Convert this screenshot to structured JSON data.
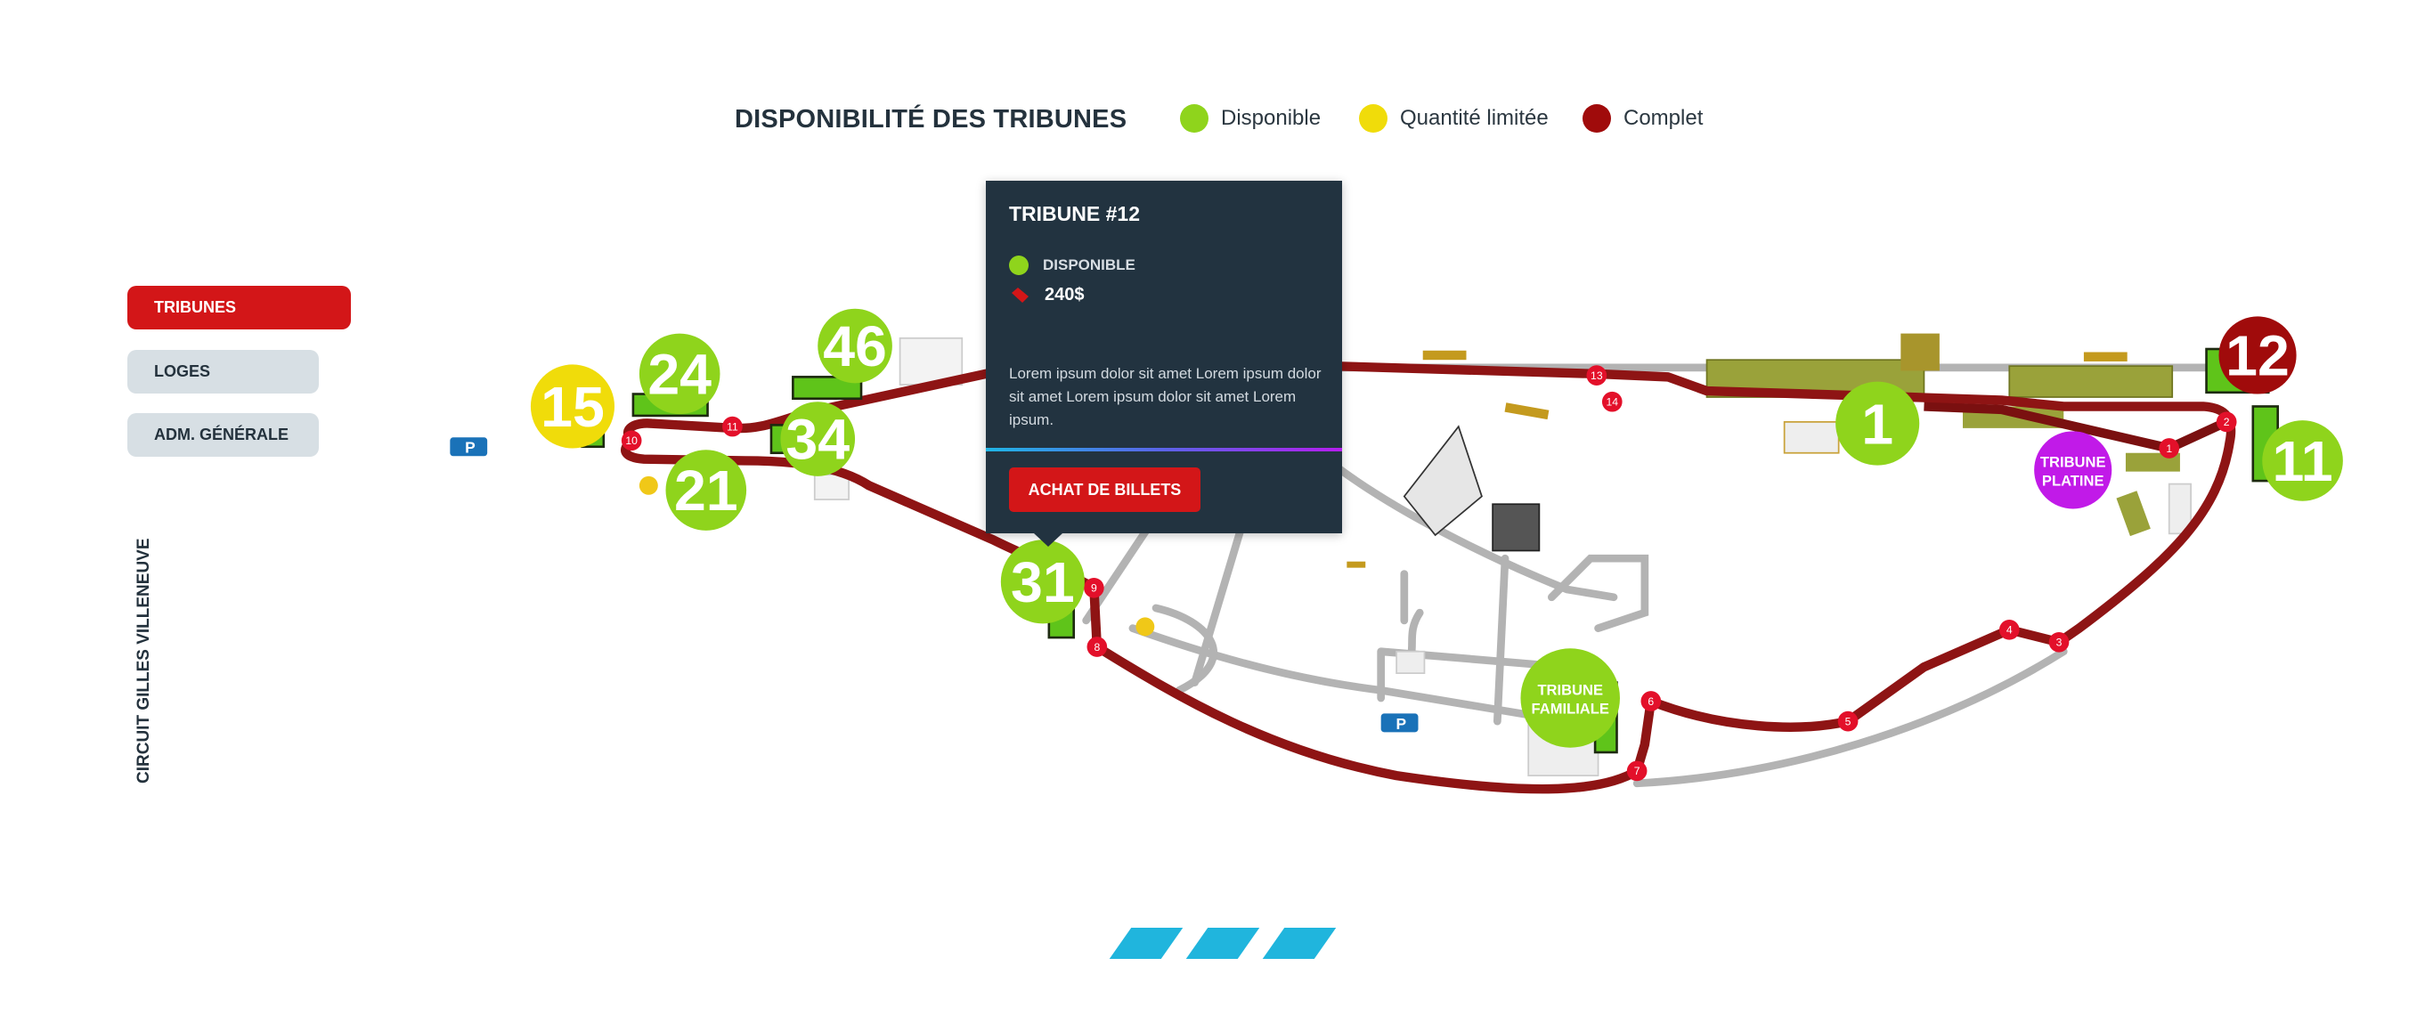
{
  "header": {
    "title": "DISPONIBILITÉ DES TRIBUNES",
    "legend": [
      {
        "label": "Disponible",
        "color": "#8fd41c"
      },
      {
        "label": "Quantité limitée",
        "color": "#f0dc0a"
      },
      {
        "label": "Complet",
        "color": "#a00b0b"
      }
    ]
  },
  "sidebar": {
    "tabs": [
      {
        "label": "TRIBUNES",
        "active": true
      },
      {
        "label": "LOGES",
        "active": false
      },
      {
        "label": "ADM. GÉNÉRALE",
        "active": false
      }
    ],
    "circuit_name": "CIRCUIT GILLES VILLENEUVE"
  },
  "tooltip": {
    "title": "TRIBUNE #12",
    "status": "DISPONIBLE",
    "status_color": "#8fd41c",
    "price": "240$",
    "description": "Lorem ipsum dolor sit amet Lorem ipsum dolor sit amet Lorem ipsum dolor sit amet Lorem ipsum.",
    "button": "ACHAT DE BILLETS"
  },
  "stands": [
    {
      "label": "15",
      "status": "limited"
    },
    {
      "label": "24",
      "status": "available"
    },
    {
      "label": "46",
      "status": "available"
    },
    {
      "label": "34",
      "status": "available"
    },
    {
      "label": "21",
      "status": "available"
    },
    {
      "label": "31",
      "status": "available"
    },
    {
      "label": "1",
      "status": "available"
    },
    {
      "label": "12",
      "status": "full"
    },
    {
      "label": "11",
      "status": "available"
    },
    {
      "label": "TRIBUNE PLATINE",
      "status": "platinum"
    },
    {
      "label": "TRIBUNE FAMILIALE",
      "status": "available"
    }
  ],
  "turns": [
    "1",
    "2",
    "3",
    "4",
    "5",
    "6",
    "7",
    "8",
    "9",
    "10",
    "11",
    "13",
    "14"
  ],
  "parking_label": "P",
  "colors": {
    "available": "#8fd41c",
    "limited": "#f0dc0a",
    "full": "#a00b0b",
    "platinum": "#c11ae8",
    "track": "#8e1414",
    "turn": "#e3102a",
    "accent": "#20b5dd"
  }
}
